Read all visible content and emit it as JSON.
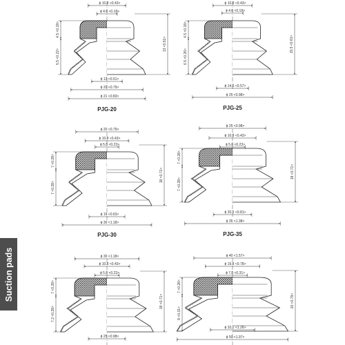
{
  "side_tab": "Suction pads",
  "cells": [
    {
      "label": "PJG-20",
      "top_dims": [
        "",
        "ϕ 10.8 <0.43>",
        "ϕ 4.6 <0.18>"
      ],
      "bottom_dims": [
        "ϕ 13 <0.51>",
        "ϕ 20 <0.79>",
        "ϕ 21 <0.83>"
      ],
      "left_dims": [
        "4.5 <0.18>",
        "5.5 <0.22>"
      ],
      "right_dim": "13 <0.51>"
    },
    {
      "label": "PJG-25",
      "top_dims": [
        "",
        "ϕ 10.8 <0.43>",
        "ϕ 4.6 <0.18>"
      ],
      "bottom_dims": [
        "ϕ 14.5 <0.57>",
        "ϕ 25 <0.98>"
      ],
      "left_dims": [
        "4.5 <0.18>",
        "6.5 <0.26>"
      ],
      "right_dim": "15.5 <0.61>"
    },
    {
      "label": "PJG-30",
      "top_dims": [
        "ϕ 20 <0.79>",
        "ϕ 10.8 <0.43>",
        "ϕ 5.8 <0.23>"
      ],
      "bottom_dims": [
        "ϕ 16 <0.63>",
        "ϕ 30 <1.18>"
      ],
      "left_dims": [
        "7 <0.28>",
        "7 <0.28>"
      ],
      "right_dim": "18 <0.71>"
    },
    {
      "label": "PJG-35",
      "top_dims": [
        "ϕ 25 <0.98>",
        "ϕ 10.8 <0.43>",
        "ϕ 5.8 <0.23>"
      ],
      "bottom_dims": [
        "ϕ 20.5 <0.81>",
        "ϕ 35 <1.38>"
      ],
      "left_dims": [
        "7 <0.28>",
        "7 <0.28>"
      ],
      "right_dim": "18 <0.71>"
    },
    {
      "label": "",
      "top_dims": [
        "ϕ 30 <1.18>",
        "ϕ 10.8 <0.43>",
        "ϕ 5.8 <0.23>"
      ],
      "bottom_dims": [
        "ϕ 25 <0.98>"
      ],
      "left_dims": [
        "7 <0.28>",
        "7.2 <0.28>"
      ],
      "right_dim": "18 <0.71>"
    },
    {
      "label": "",
      "top_dims": [
        "ϕ 40 <1.57>",
        "ϕ 19.8 <0.78>",
        "ϕ 7.8 <0.31>"
      ],
      "bottom_dims": [
        "ϕ 32.1 <1.26>",
        "ϕ 50 <1.97>"
      ],
      "left_dims": [
        "7 <0.28>",
        "8 <0.31>"
      ],
      "right_dim": "20 <0.79>"
    }
  ]
}
